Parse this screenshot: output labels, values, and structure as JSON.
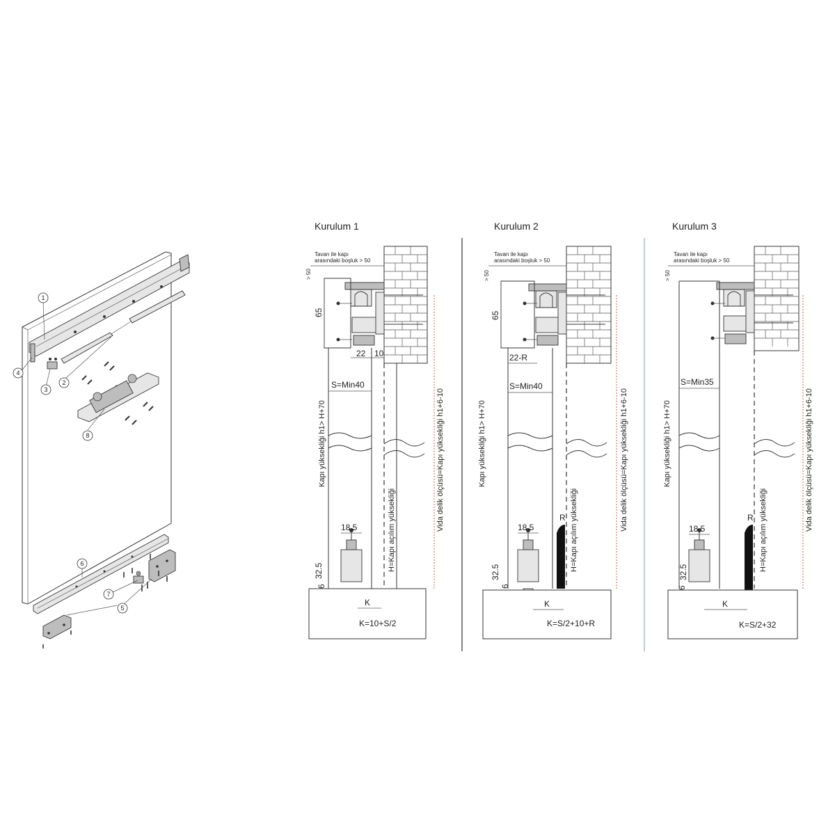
{
  "panels": [
    {
      "title": "Kurulum 1",
      "ceiling_note_line1": "Tavan ile kapı",
      "ceiling_note_line2": "arasındaki boşluk > 50",
      "gap_label": "> 50",
      "dim_65": "65",
      "dim_top_a": "22",
      "dim_top_b": "10",
      "s_label": "S=Min40",
      "door_height_label": "Kapı yüksekliği h1> H+70",
      "opening_label": "H=Kapı açılım yüksekliği",
      "screw_label": "Vida delik ölçüsü=Kapı yüksekliği h1+6-10",
      "dim_185": "18.5",
      "dim_325": "32.5",
      "dim_6": "6",
      "k_label": "K",
      "formula": "K=10+S/2"
    },
    {
      "title": "Kurulum 2",
      "ceiling_note_line1": "Tavan ile kapı",
      "ceiling_note_line2": "arasındaki boşluk > 50",
      "gap_label": "> 50",
      "dim_65": "65",
      "dim_top_a": "22-R",
      "s_label": "S=Min40",
      "door_height_label": "Kapı yüksekliği h1> H+70",
      "opening_label": "H=Kapı açılım yüksekliği",
      "screw_label": "Vida delik ölçüsü=Kapı yüksekliği h1+6-10",
      "r_label": "R",
      "dim_185": "18.5",
      "dim_325": "32.5",
      "dim_6": "6",
      "k_label": "K",
      "formula": "K=S/2+10+R"
    },
    {
      "title": "Kurulum 3",
      "ceiling_note_line1": "Tavan ile kapı",
      "ceiling_note_line2": "arasındaki boşluk > 50",
      "gap_label": "> 50",
      "s_label": "S=Min35",
      "door_height_label": "Kapı yüksekliği h1> H+70",
      "opening_label": "H=Kapı açılım yüksekliği",
      "screw_label": "Vida delik ölçüsü=Kapı yüksekliği h1+6-10",
      "r_label": "R",
      "dim_185": "18.5",
      "dim_325": "32.5",
      "dim_6": "6",
      "k_label": "K",
      "formula": "K=S/2+32"
    }
  ],
  "callouts": [
    "1",
    "2",
    "3",
    "4",
    "5",
    "6",
    "7",
    "8"
  ]
}
